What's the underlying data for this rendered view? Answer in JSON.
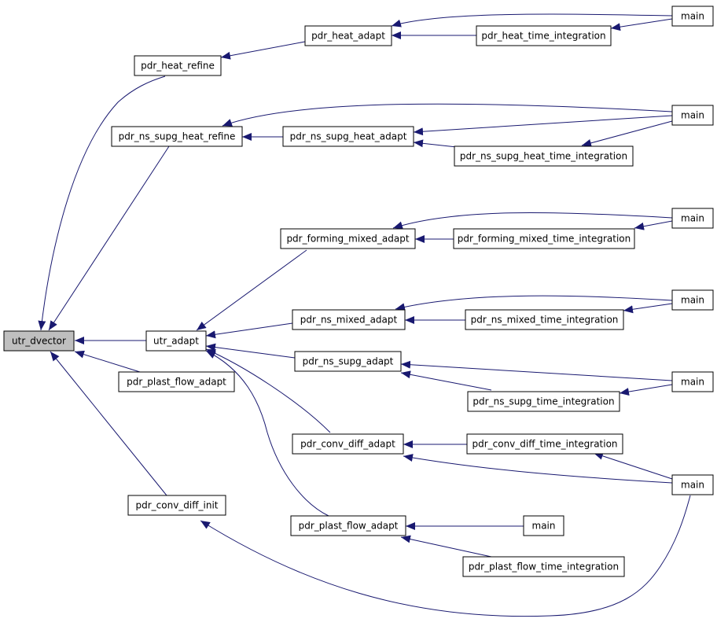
{
  "graph": {
    "edge_color": "#191970",
    "root_fill": "#bfbfbf",
    "node_labels": {
      "n_utr_dvector": "utr_dvector",
      "n_pdr_heat_refine": "pdr_heat_refine",
      "n_pdr_heat_adapt": "pdr_heat_adapt",
      "n_pdr_heat_time_integration": "pdr_heat_time_integration",
      "n_main_1": "main",
      "n_pdr_ns_supg_heat_refine": "pdr_ns_supg_heat_refine",
      "n_pdr_ns_supg_heat_adapt": "pdr_ns_supg_heat_adapt",
      "n_pdr_ns_supg_heat_time_integration": "pdr_ns_supg_heat_time_integration",
      "n_main_2": "main",
      "n_pdr_forming_mixed_adapt": "pdr_forming_mixed_adapt",
      "n_pdr_forming_mixed_time_integration": "pdr_forming_mixed_time_integration",
      "n_main_3": "main",
      "n_utr_adapt": "utr_adapt",
      "n_pdr_ns_mixed_adapt": "pdr_ns_mixed_adapt",
      "n_pdr_ns_mixed_time_integration": "pdr_ns_mixed_time_integration",
      "n_main_4": "main",
      "n_pdr_plast_flow_adapt_left": "pdr_plast_flow_adapt",
      "n_pdr_ns_supg_adapt": "pdr_ns_supg_adapt",
      "n_main_5": "main",
      "n_pdr_ns_supg_time_integration": "pdr_ns_supg_time_integration",
      "n_pdr_conv_diff_adapt": "pdr_conv_diff_adapt",
      "n_pdr_conv_diff_time_integration": "pdr_conv_diff_time_integration",
      "n_main_6": "main",
      "n_pdr_conv_diff_init": "pdr_conv_diff_init",
      "n_pdr_plast_flow_adapt": "pdr_plast_flow_adapt",
      "n_main_7": "main",
      "n_pdr_plast_flow_time_integration": "pdr_plast_flow_time_integration"
    },
    "edges": [
      {
        "from": "n_pdr_heat_refine",
        "to": "n_utr_dvector"
      },
      {
        "from": "n_pdr_ns_supg_heat_refine",
        "to": "n_utr_dvector"
      },
      {
        "from": "n_utr_adapt",
        "to": "n_utr_dvector"
      },
      {
        "from": "n_pdr_plast_flow_adapt_left",
        "to": "n_utr_dvector"
      },
      {
        "from": "n_pdr_conv_diff_init",
        "to": "n_utr_dvector"
      },
      {
        "from": "n_pdr_heat_adapt",
        "to": "n_pdr_heat_refine"
      },
      {
        "from": "n_main_1",
        "to": "n_pdr_heat_adapt"
      },
      {
        "from": "n_pdr_heat_time_integration",
        "to": "n_pdr_heat_adapt"
      },
      {
        "from": "n_main_1",
        "to": "n_pdr_heat_time_integration"
      },
      {
        "from": "n_main_2",
        "to": "n_pdr_ns_supg_heat_refine"
      },
      {
        "from": "n_pdr_ns_supg_heat_adapt",
        "to": "n_pdr_ns_supg_heat_refine"
      },
      {
        "from": "n_main_2",
        "to": "n_pdr_ns_supg_heat_adapt"
      },
      {
        "from": "n_pdr_ns_supg_heat_time_integration",
        "to": "n_pdr_ns_supg_heat_adapt"
      },
      {
        "from": "n_main_2",
        "to": "n_pdr_ns_supg_heat_time_integration"
      },
      {
        "from": "n_pdr_forming_mixed_adapt",
        "to": "n_utr_adapt"
      },
      {
        "from": "n_pdr_ns_mixed_adapt",
        "to": "n_utr_adapt"
      },
      {
        "from": "n_pdr_ns_supg_adapt",
        "to": "n_utr_adapt"
      },
      {
        "from": "n_pdr_conv_diff_adapt",
        "to": "n_utr_adapt"
      },
      {
        "from": "n_pdr_plast_flow_adapt",
        "to": "n_utr_adapt"
      },
      {
        "from": "n_main_3",
        "to": "n_pdr_forming_mixed_adapt"
      },
      {
        "from": "n_pdr_forming_mixed_time_integration",
        "to": "n_pdr_forming_mixed_adapt"
      },
      {
        "from": "n_main_3",
        "to": "n_pdr_forming_mixed_time_integration"
      },
      {
        "from": "n_main_4",
        "to": "n_pdr_ns_mixed_adapt"
      },
      {
        "from": "n_pdr_ns_mixed_time_integration",
        "to": "n_pdr_ns_mixed_adapt"
      },
      {
        "from": "n_main_4",
        "to": "n_pdr_ns_mixed_time_integration"
      },
      {
        "from": "n_main_5",
        "to": "n_pdr_ns_supg_adapt"
      },
      {
        "from": "n_pdr_ns_supg_time_integration",
        "to": "n_pdr_ns_supg_adapt"
      },
      {
        "from": "n_main_5",
        "to": "n_pdr_ns_supg_time_integration"
      },
      {
        "from": "n_pdr_conv_diff_time_integration",
        "to": "n_pdr_conv_diff_adapt"
      },
      {
        "from": "n_main_6",
        "to": "n_pdr_conv_diff_adapt"
      },
      {
        "from": "n_main_6",
        "to": "n_pdr_conv_diff_time_integration"
      },
      {
        "from": "n_main_6",
        "to": "n_pdr_conv_diff_init"
      },
      {
        "from": "n_main_7",
        "to": "n_pdr_plast_flow_adapt"
      },
      {
        "from": "n_pdr_plast_flow_time_integration",
        "to": "n_pdr_plast_flow_adapt"
      }
    ]
  }
}
